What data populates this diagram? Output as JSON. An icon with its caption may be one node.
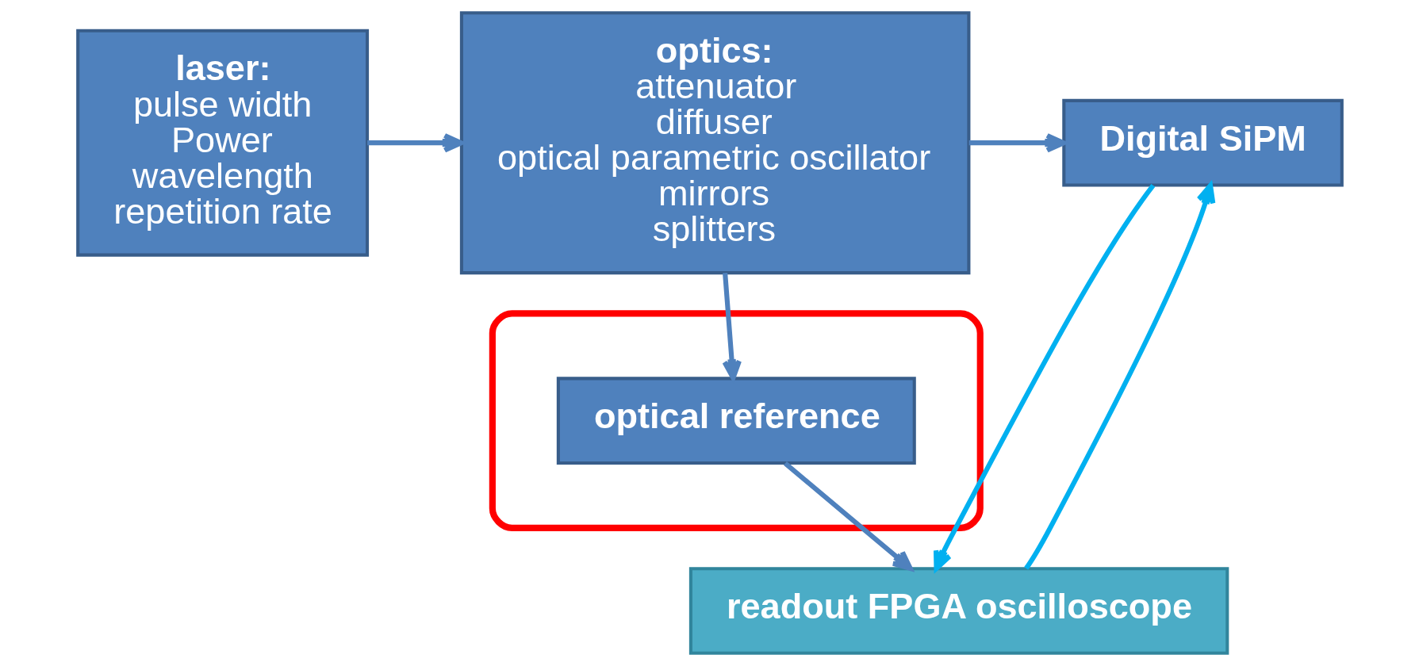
{
  "diagram": {
    "nodes": [
      {
        "text": [
          "laser:",
          "pulse width",
          "Power",
          "wavelength",
          "repetition rate"
        ]
      },
      {
        "text": [
          "optics:",
          "attenuator",
          "diffuser",
          "optical parametric oscillator",
          "mirrors",
          "splitters"
        ]
      },
      {
        "text": [
          "Digital SiPM"
        ]
      },
      {
        "text": [],
        "shape": "ellipse"
      },
      {
        "text": [
          "optical reference"
        ],
        "in": 3
      },
      {
        "text": [
          "readout FPGA oscilloscope"
        ]
      }
    ],
    "edges": [
      {
        "from": 0,
        "to": 1,
        "arrow": "to"
      },
      {
        "from": 1,
        "to": 2,
        "arrow": "to"
      },
      {
        "from": 1,
        "to": 4,
        "arrow": "to"
      },
      {
        "from": 4,
        "to": 5,
        "arrow": "to"
      },
      {
        "from": 2,
        "to": 5,
        "arrow": "to",
        "color": "#00b0f0"
      },
      {
        "from": 5,
        "to": 2,
        "arrow": "to",
        "color": "#00b0f0"
      }
    ]
  }
}
